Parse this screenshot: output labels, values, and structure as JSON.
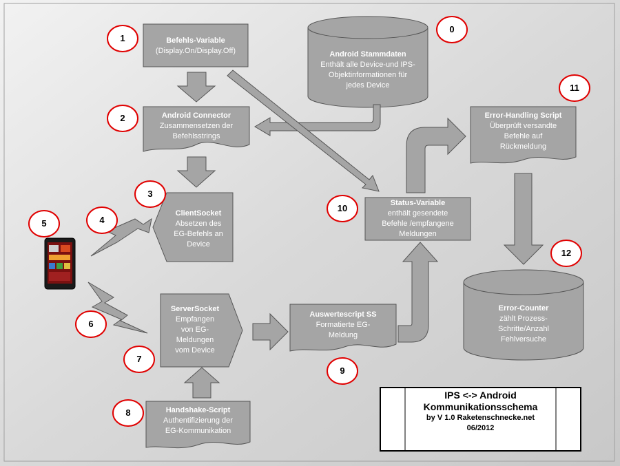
{
  "nodes": {
    "n0": {
      "title": "Android Stammdaten",
      "text": "Enthält alle Device-und IPS-\nObjektinformationen für\njedes Device"
    },
    "n1": {
      "title": "Befehls-Variable",
      "text": "(Display.On/Display.Off)"
    },
    "n2": {
      "title": "Android Connector",
      "text": "Zusammensetzen  der\nBefehlsstrings"
    },
    "n3": {
      "title": "ClientSocket",
      "text": "Absetzen des\nEG-Befehls an\nDevice"
    },
    "n7": {
      "title": "ServerSocket",
      "text": "Empfangen\nvon EG-\nMeldungen\nvom Device"
    },
    "n8": {
      "title": "Handshake-Script",
      "text": "Authentifizierung der\nEG-Kommunikation"
    },
    "n9": {
      "title": "Auswertescript SS",
      "text": "Formatierte EG-\nMeldung"
    },
    "n10": {
      "title": "Status-Variable",
      "text": "enthält gesendete\nBefehle /empfangene\nMeldungen"
    },
    "n11": {
      "title": "Error-Handling  Script",
      "text": "Überprüft versandte\nBefehle auf\nRückmeldung"
    },
    "n12": {
      "title": "Error-Counter",
      "text": "zählt Prozess-\nSchritte/Anzahl\nFehlversuche"
    }
  },
  "numbers": [
    "0",
    "1",
    "2",
    "3",
    "4",
    "5",
    "6",
    "7",
    "8",
    "9",
    "10",
    "11",
    "12"
  ],
  "title_box": {
    "line1": "IPS <-> Android",
    "line2": "Kommunikationsschema",
    "line3": "by V 1.0 Raketenschnecke.net",
    "line4": "06/2012"
  },
  "colors": {
    "box_fill": "#a5a5a5",
    "box_stroke": "#555555",
    "circle_stroke": "#e00000",
    "background": "#d9d9d9"
  }
}
